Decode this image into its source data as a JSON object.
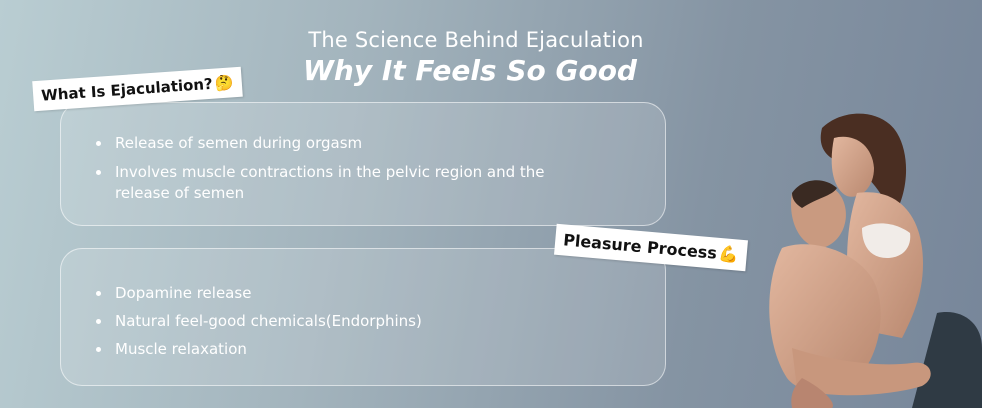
{
  "header": {
    "subtitle": "The Science Behind Ejaculation",
    "title": "Why It Feels So Good"
  },
  "section1": {
    "tag_label": "What Is Ejaculation?",
    "tag_emoji": "🤔",
    "bullets": [
      "Release of semen during orgasm",
      "Involves muscle contractions in the pelvic region and the release of semen"
    ]
  },
  "section2": {
    "tag_label": "Pleasure Process",
    "tag_emoji": "💪",
    "bullets": [
      "Dopamine release",
      "Natural feel-good chemicals(Endorphins)",
      "Muscle relaxation"
    ]
  },
  "colors": {
    "background_left": "#b9cdd2",
    "background_right": "#77869a",
    "text": "#ffffff",
    "tag_background": "#ffffff"
  }
}
